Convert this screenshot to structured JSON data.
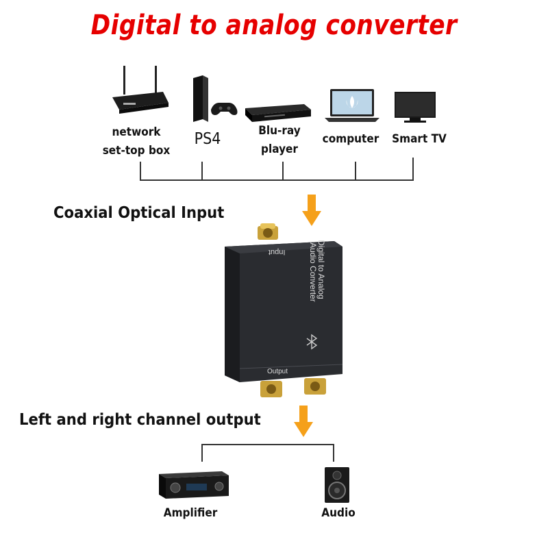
{
  "title": "Digital to analog converter",
  "inputs": [
    {
      "label": "network\nset-top box",
      "icon": "router-icon"
    },
    {
      "label": "PS4",
      "icon": "ps4-icon"
    },
    {
      "label": "Blu-ray\nplayer",
      "icon": "bluray-player-icon"
    },
    {
      "label": "computer",
      "icon": "laptop-icon"
    },
    {
      "label": "Smart TV",
      "icon": "tv-icon"
    }
  ],
  "input_section_label": "Coaxial Optical Input",
  "output_section_label": "Left and right channel output",
  "device": {
    "input_label": "Input",
    "name_line1": "Digital to Analog",
    "name_line2": "Audio Converter",
    "output_label": "Output"
  },
  "outputs": [
    {
      "label": "Amplifier",
      "icon": "amplifier-icon"
    },
    {
      "label": "Audio",
      "icon": "speaker-icon"
    }
  ],
  "colors": {
    "title": "#e60000",
    "arrow": "#f5a01a",
    "device_body": "#2a2c30",
    "connector": "#c9a13a"
  }
}
